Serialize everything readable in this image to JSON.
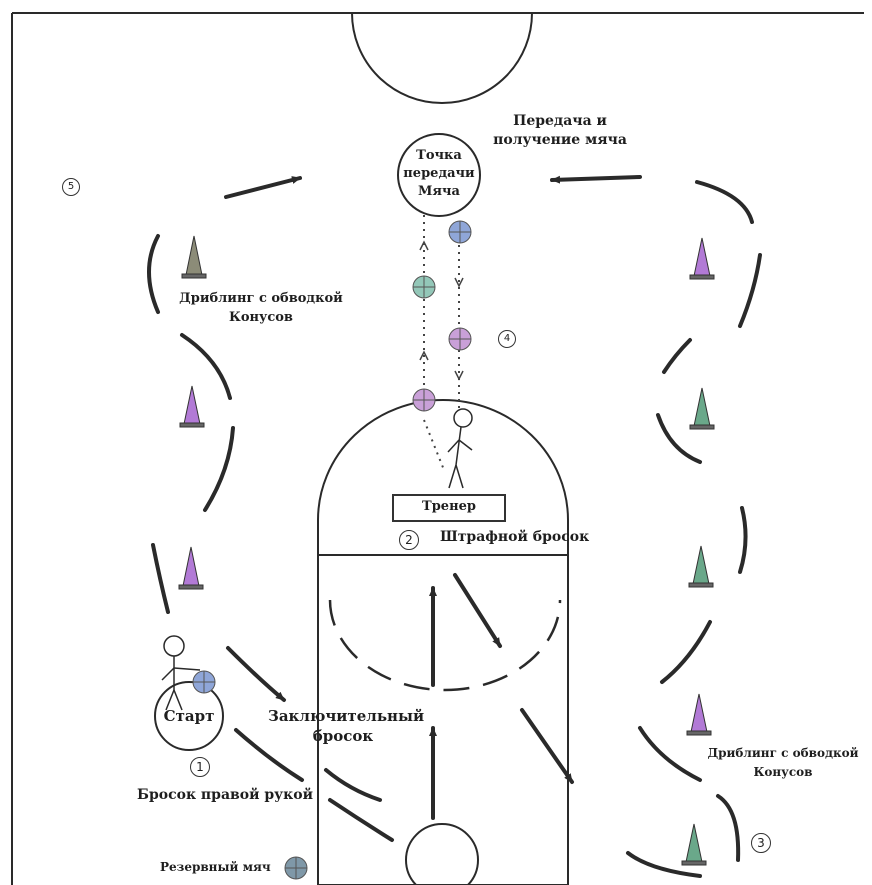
{
  "labels": {
    "pass_point_line1": "Точка",
    "pass_point_line2": "передачи",
    "pass_point_line3": "Мяча",
    "pass_receive_line1": "Передача и",
    "pass_receive_line2": "получение мяча",
    "dribble_left_line1": "Дриблинг с обводкой",
    "dribble_left_line2": "Конусов",
    "dribble_right_line1": "Дриблинг с обводкой",
    "dribble_right_line2": "Конусов",
    "trainer": "Тренер",
    "free_throw": "Штрафной бросок",
    "start": "Старт",
    "final_shot_line1": "Заключительный",
    "final_shot_line2": "бросок",
    "right_hand_shot": "Бросок правой рукой",
    "reserve_ball": "Резервный мяч"
  },
  "station_numbers": {
    "n1": "1",
    "n2": "2",
    "n3": "3",
    "n4": "4",
    "n5": "5"
  },
  "colors": {
    "line": "#2a2a2a",
    "cone_purple": "#b27ad6",
    "cone_green": "#6aa88a",
    "cone_gray": "#8c8c78",
    "ball_blue": "#8fa6d8",
    "ball_pink": "#c9a0d8",
    "ball_teal": "#93c7b8"
  }
}
